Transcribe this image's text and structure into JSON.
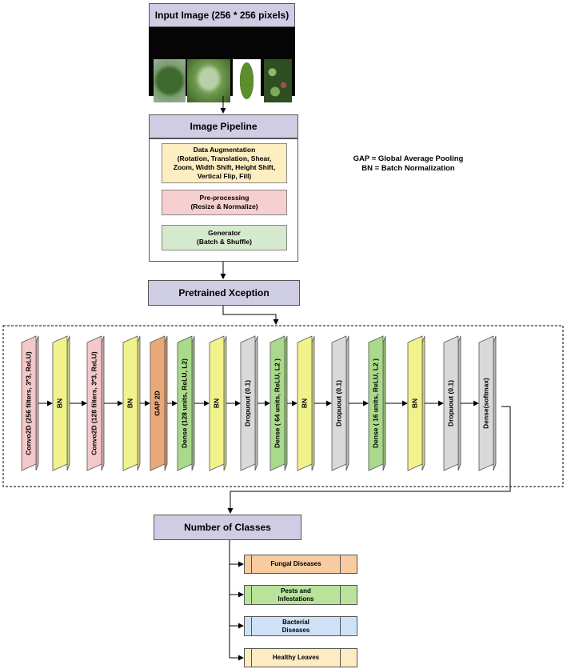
{
  "input": {
    "title": "Input Image (256 * 256 pixels)"
  },
  "pipeline": {
    "title": "Image Pipeline",
    "augmentation": "Data Augmentation\n(Rotation, Translation, Shear,\nZoom, Width Shift, Height Shift,\nVertical Flip, Fill)",
    "preprocessing": "Pre-processing\n(Resize & Normalize)",
    "generator": "Generator\n(Batch & Shuffle)"
  },
  "legend": {
    "gap": "GAP = Global Average Pooling",
    "bn": "BN = Batch Normalization"
  },
  "pretrained": {
    "title": "Pretrained Xception"
  },
  "layers": [
    {
      "label": "Convo2D (256 filters, 3*3, ReLU)",
      "kind": "conv"
    },
    {
      "label": "BN",
      "kind": "bn"
    },
    {
      "label": "Convo2D (128 filters, 3*3, ReLU)",
      "kind": "conv"
    },
    {
      "label": "BN",
      "kind": "bn"
    },
    {
      "label": "GAP 2D",
      "kind": "gap"
    },
    {
      "label": "Dense (128 units, ReLU, L2)",
      "kind": "dense"
    },
    {
      "label": "BN",
      "kind": "bn"
    },
    {
      "label": "Dropuout (0.1)",
      "kind": "drop"
    },
    {
      "label": "Dense ( 64 units, ReLU, L2 )",
      "kind": "dense"
    },
    {
      "label": "BN",
      "kind": "bn"
    },
    {
      "label": "Dropuout (0.1)",
      "kind": "drop"
    },
    {
      "label": "Dense ( 16 units, ReLU, L2 )",
      "kind": "dense"
    },
    {
      "label": "BN",
      "kind": "bn"
    },
    {
      "label": "Dropuout (0.1)",
      "kind": "drop"
    },
    {
      "label": "Dense(softmax)",
      "kind": "drop"
    }
  ],
  "layer_colors": {
    "conv": "#f4c7c9",
    "bn": "#f2f28c",
    "gap": "#e9a878",
    "dense": "#a9d98a",
    "drop": "#d9d9d9"
  },
  "output": {
    "title": "Number of Classes"
  },
  "classes": [
    {
      "label": "Fungal Diseases",
      "color": "#f8cba0"
    },
    {
      "label": "Pests and\nInfestations",
      "color": "#b9e39a"
    },
    {
      "label": "Bacterial\nDiseases",
      "color": "#cfe1f7"
    },
    {
      "label": "Healthy Leaves",
      "color": "#fdebc4"
    }
  ]
}
